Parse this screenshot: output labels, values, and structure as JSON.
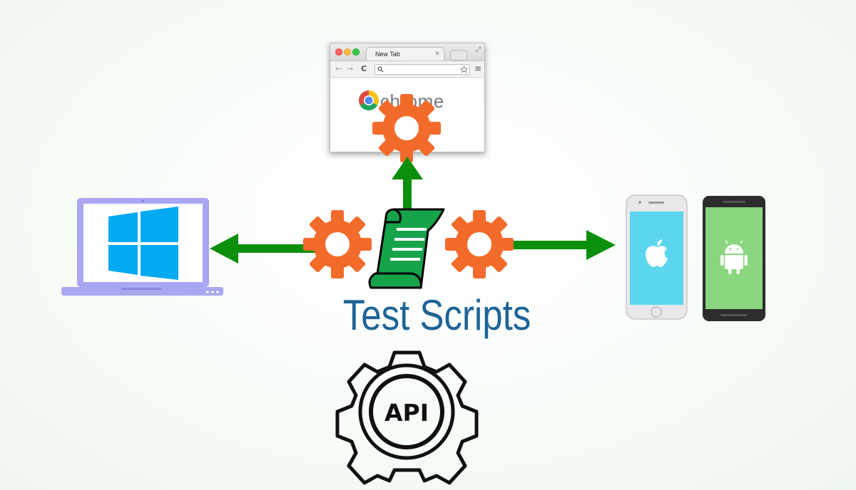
{
  "title": "Test Scripts",
  "browser": {
    "tab_label": "New Tab",
    "tab_close": "×",
    "brand_text": "chrome",
    "nav_back": "←",
    "nav_forward": "→",
    "nav_reload": "C",
    "menu_icon": "≡",
    "fullscreen_icon": "⤢"
  },
  "api_label": "API",
  "targets": [
    "browser-icon",
    "windows-laptop-icon",
    "iphone-icon",
    "android-phone-icon"
  ],
  "colors": {
    "gear": "#f26b2b",
    "arrow": "#0c8f0c",
    "script": "#16a34a",
    "title": "#1e6496",
    "laptop": "#a9a6f2",
    "windows": "#03a9f1",
    "ios_screen": "#5bd6ee",
    "android_screen": "#8ad57f"
  }
}
